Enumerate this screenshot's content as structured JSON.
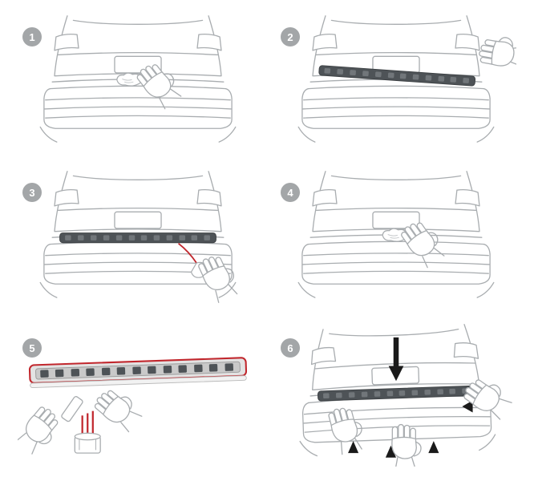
{
  "document": {
    "kind": "installation-instruction-sheet",
    "subject": "rear-bumper-protector-trim",
    "background": "#ffffff"
  },
  "colors": {
    "badge_gray": "#a3a6a8",
    "line_gray": "#a9adb0",
    "strip_dark": "#4e5357",
    "accent_red": "#c1272d",
    "arrow_black": "#1a1a1a"
  },
  "steps": [
    {
      "number": "1",
      "illustration": "wipe-clean-bumper-ledge"
    },
    {
      "number": "2",
      "illustration": "position-protector-strip"
    },
    {
      "number": "3",
      "illustration": "peel-adhesive-liner"
    },
    {
      "number": "4",
      "illustration": "wipe-press-surface"
    },
    {
      "number": "5",
      "illustration": "protector-strip-product-and-adhesive-promoter"
    },
    {
      "number": "6",
      "illustration": "press-firmly-direction-arrows"
    }
  ]
}
